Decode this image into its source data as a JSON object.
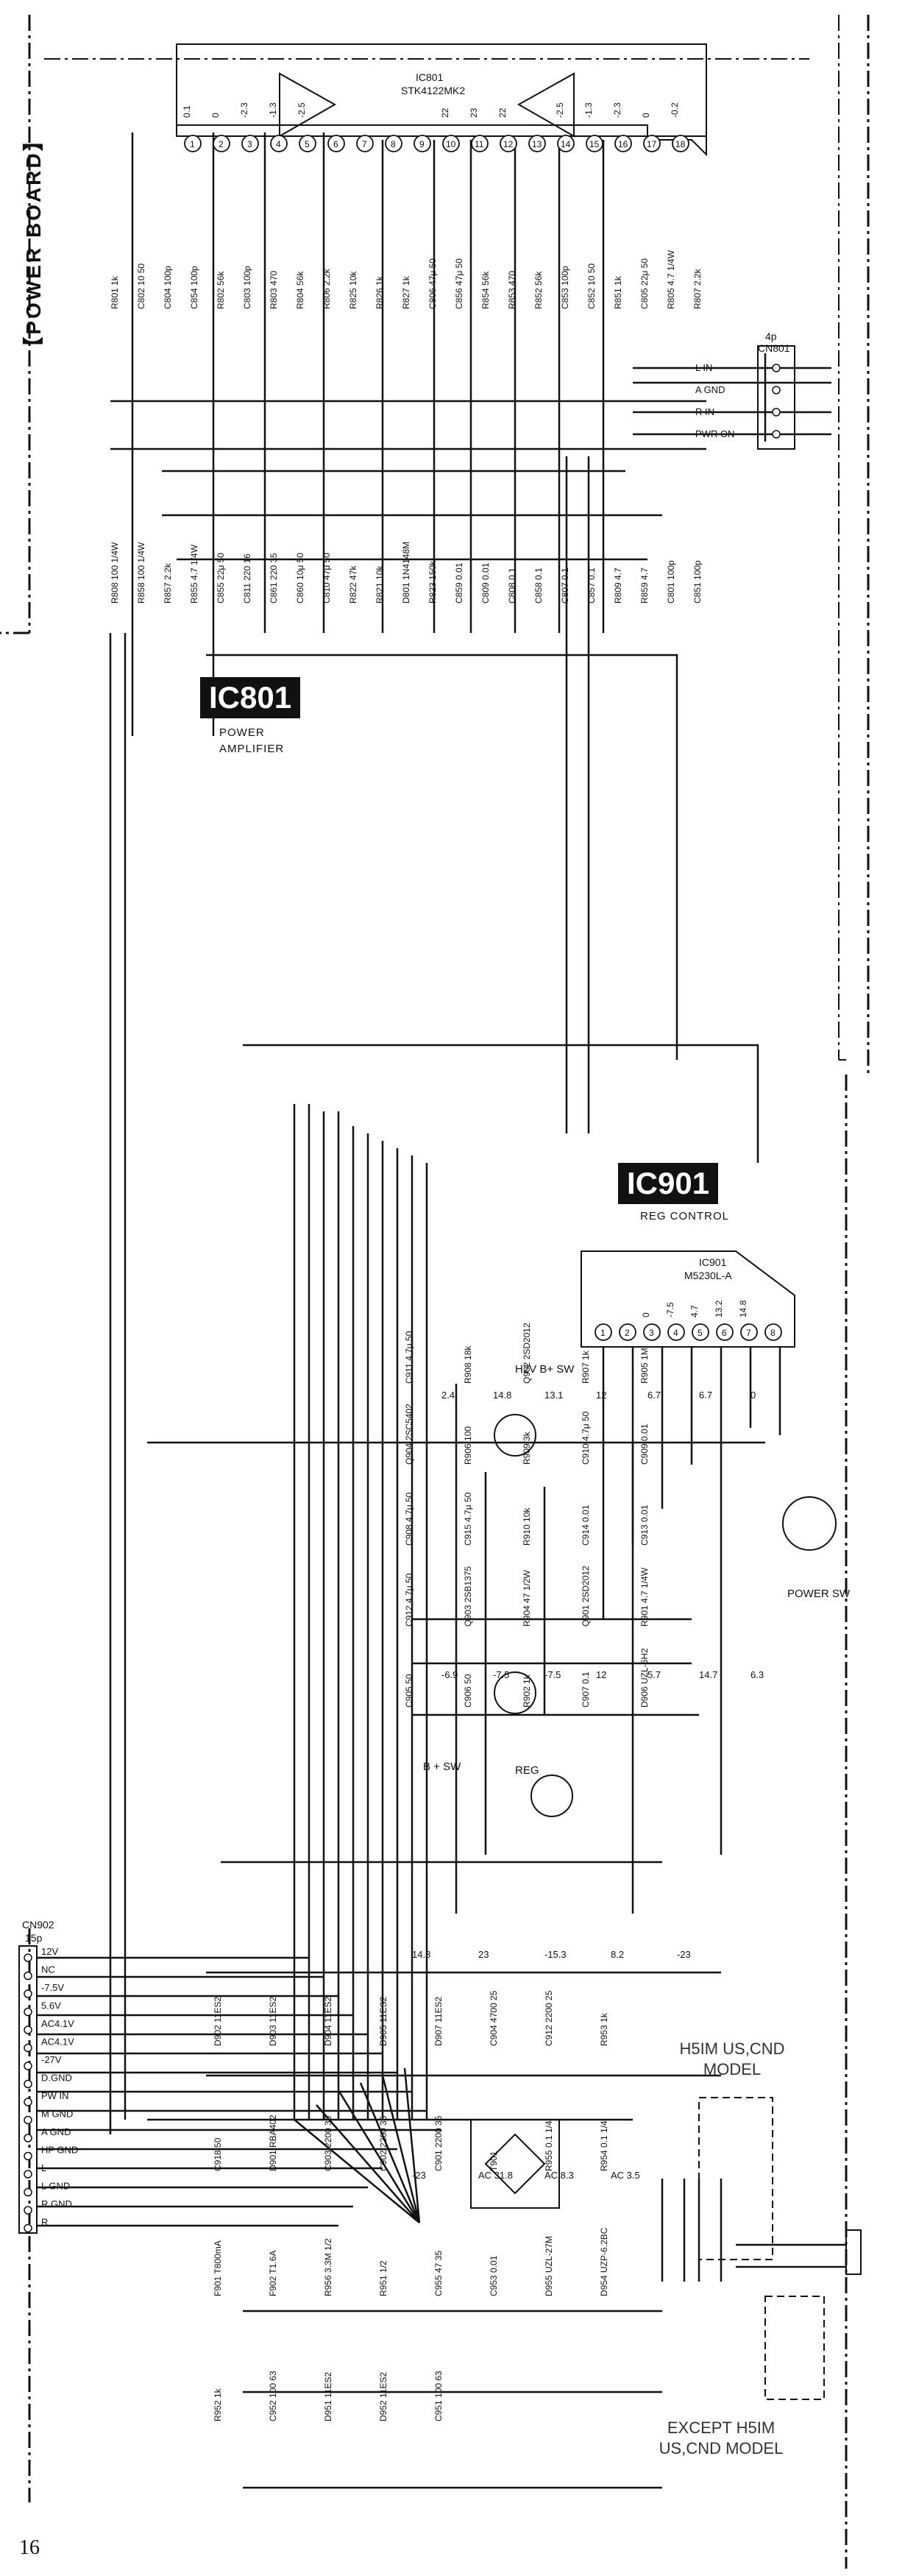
{
  "board_title": "【POWER BOARD】",
  "page_number": "16",
  "ic801": {
    "badge": "IC801",
    "caption_line1": "POWER",
    "caption_line2": "AMPLIFIER",
    "ref": "IC801",
    "part": "STK4122MK2",
    "pins": [
      "1",
      "2",
      "3",
      "4",
      "5",
      "6",
      "7",
      "8",
      "9",
      "10",
      "11",
      "12",
      "13",
      "14",
      "15",
      "16",
      "17",
      "18"
    ],
    "pin_voltages": [
      "0.1",
      "0",
      "-2.3",
      "-1.3",
      "-2.5",
      "",
      "",
      "",
      "",
      "22",
      "23",
      "22",
      "",
      "-2.5",
      "-1.3",
      "-2.3",
      "0",
      "-0.2"
    ]
  },
  "ic901": {
    "badge": "IC901",
    "caption": "REG CONTROL",
    "ref": "IC901",
    "part": "M5230L-A",
    "pins": [
      "1",
      "2",
      "3",
      "4",
      "5",
      "6",
      "7",
      "8"
    ],
    "pin_voltages": [
      "",
      "",
      "0",
      "-7.5",
      "4.7",
      "13.2",
      "14.8",
      ""
    ]
  },
  "components_power": [
    "R801 1k",
    "C802 10 50",
    "C804 100p",
    "C854 100p",
    "R802 56k",
    "C803 100p",
    "R803 470",
    "R804 56k",
    "R806 2.2k",
    "R825 10k",
    "R826 1k",
    "R827 1k",
    "C806 47μ 50",
    "C856 47μ 50",
    "R854 56k",
    "R853 470",
    "R852 56k",
    "C853 100p",
    "C852 10 50",
    "R851 1k",
    "C805 22μ 50",
    "R805 4.7 1/4W",
    "R807 2.2k",
    "R808 100 1/4W",
    "R858 100 1/4W",
    "R857 2.2k",
    "R855 4.7 1/4W",
    "C855 22μ 50",
    "C811 220 16",
    "C861 220 35",
    "C860 10μ 50",
    "C810 47μ 50",
    "R822 47k",
    "R821 10k",
    "D801 1N4148M",
    "R823 150k",
    "C859 0.01",
    "C809 0.01",
    "C808 0.1",
    "C858 0.1",
    "C807 0.1",
    "C857 0.1",
    "R809 4.7",
    "R859 4.7",
    "C801 100p",
    "C851 100p"
  ],
  "connector_cn801": {
    "ref": "CN801",
    "size": "4p",
    "pins": [
      "L IN",
      "A GND",
      "R IN",
      "PWR ON"
    ]
  },
  "regulator_section": {
    "h2v_label": "H2V B+ SW",
    "bsw_label": "B + SW",
    "reg_label": "REG",
    "power_sw_label": "POWER SW",
    "components": [
      "C911 4.7μ 50",
      "R908 18k",
      "Q902 2SD2012",
      "R907 1k",
      "R905 1M",
      "Q904 2SC5402",
      "R906 100",
      "R909 3k",
      "C910 4.7μ 50",
      "C909 0.01",
      "C908 4.7μ 50",
      "C915 4.7μ 50",
      "R910 10k",
      "C914 0.01",
      "C913 0.01",
      "C912 4.7μ 50",
      "Q903 2SB1375",
      "R904 47 1/2W",
      "Q901 2SD2012",
      "R901 4.7 1/4W",
      "C905 50",
      "C906 50",
      "R902 1k",
      "C907 0.1",
      "D906 UZL-6H2"
    ],
    "voltages": [
      "2.4",
      "14.8",
      "13.1",
      "12",
      "6.7",
      "6.7",
      "0",
      "-6.9",
      "-7.5",
      "-7.5",
      "12",
      "5.7",
      "14.7",
      "6.3"
    ]
  },
  "supply_section": {
    "components": [
      "D902 11ES2",
      "D903 11ES2",
      "D904 11ES2",
      "D905 11ES2",
      "D907 11ES2",
      "C904 4700 25",
      "C912 2200 25",
      "R953 1k",
      "C918 50",
      "D901 RBA402",
      "C903 2200 35",
      "C902 2200 35",
      "C901 2200 35",
      "T901",
      "R955 0.1 1/4",
      "R954 0.1 1/4",
      "F901 T800mA",
      "F902 T1.6A",
      "R956 3.3M 1/2",
      "R951 1/2",
      "C955 47 35",
      "C953 0.01",
      "D955 UZL-27M",
      "D954 UZP-6.2BC",
      "R952 1k",
      "C952 100 63",
      "D951 11ES2",
      "D952 11ES2",
      "C951 100 63"
    ],
    "voltages": [
      "14.8",
      "23",
      "-15.3",
      "8.2",
      "-23",
      "-23",
      "AC 31.8",
      "AC 8.3",
      "AC 3.5"
    ],
    "model_note_top": "H5IM US,CND MODEL",
    "model_note_bottom": "EXCEPT H5IM US,CND MODEL"
  },
  "connector_cn902": {
    "ref": "CN902",
    "size": "15p",
    "pins": [
      "12V",
      "NC",
      "-7.5V",
      "5.6V",
      "AC4.1V",
      "AC4.1V",
      "-27V",
      "D.GND",
      "PW IN",
      "M GND",
      "A GND",
      "HP GND",
      "L",
      "L GND",
      "R GND",
      "R"
    ]
  }
}
